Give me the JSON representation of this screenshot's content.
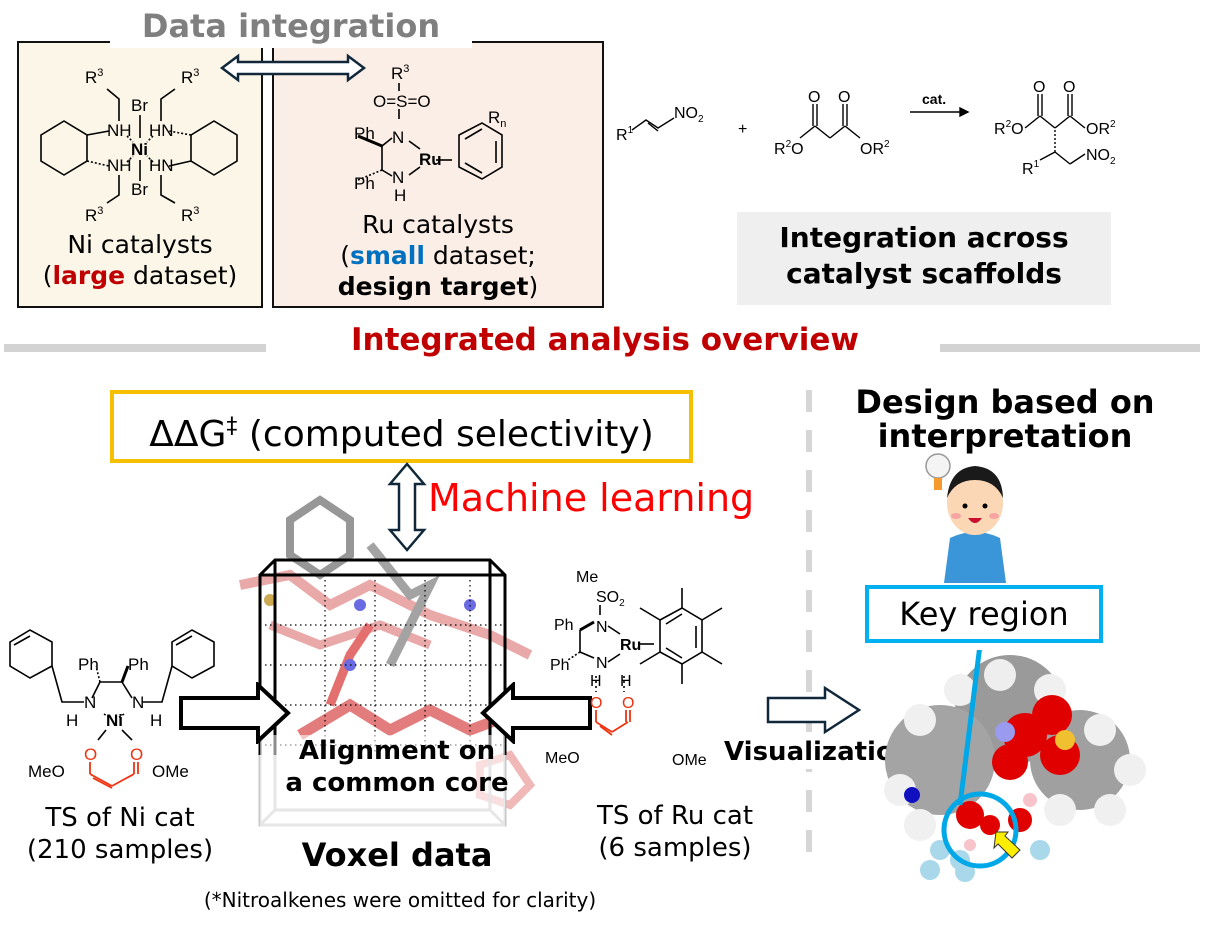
{
  "header": {
    "title": "Data integration"
  },
  "ni_panel": {
    "label_line1": "Ni catalysts",
    "label_open": "(",
    "label_emph": "large",
    "label_rest": " dataset)",
    "structure": {
      "metal": "Ni",
      "halide": "Br",
      "amine": "NH",
      "amine_rev": "HN",
      "substituent": "R",
      "sup": "3"
    }
  },
  "ru_panel": {
    "label_line1": "Ru catalysts",
    "label_open": "(",
    "label_emph": "small",
    "label_rest": " dataset;",
    "label_line3": "design target",
    "label_close": ")",
    "structure": {
      "metal": "Ru",
      "sulfonyl": "O=S=O",
      "substituent": "R",
      "sup": "3",
      "ring_sub": "R",
      "ring_sub_index": "n",
      "phenyl": "Ph",
      "n": "N",
      "nh_h": "H"
    }
  },
  "reaction": {
    "r1": "R",
    "r1_sup": "1",
    "no2": "NO",
    "no2_sub": "2",
    "plus": "+",
    "o": "O",
    "r2o": "R",
    "r2_sup": "2",
    "o_letter": "O",
    "or2": "OR",
    "arrow_label": "cat."
  },
  "integration_box": {
    "line1": "Integration across",
    "line2": "catalyst scaffolds"
  },
  "overview": {
    "title": "Integrated analysis overview"
  },
  "target": {
    "symbol": "ΔΔG",
    "superscript": "‡",
    "text": " (computed selectivity)"
  },
  "ml_label": "Machine learning",
  "voxel": {
    "align_line1": "Alignment on",
    "align_line2": "a common core",
    "title": "Voxel data"
  },
  "ni_ts": {
    "line1": "TS of Ni cat",
    "line2": "(210 samples)",
    "structure": {
      "metal": "Ni",
      "ph": "Ph",
      "n": "N",
      "h": "H",
      "o": "O",
      "meo": "MeO",
      "ome": "OMe"
    }
  },
  "ru_ts": {
    "line1": "TS of Ru cat",
    "line2": "(6 samples)",
    "structure": {
      "metal": "Ru",
      "me": "Me",
      "so2": "SO",
      "so2_sub": "2",
      "ph": "Ph",
      "n": "N",
      "h": "H",
      "o": "O",
      "meo": "MeO",
      "ome": "OMe"
    }
  },
  "design": {
    "title_line1": "Design based on",
    "title_line2": "interpretation",
    "key_region": "Key region",
    "visualization": "Visualization"
  },
  "footnote": "(*Nitroalkenes were omitted for clarity)",
  "colors": {
    "title_gray": "#7f7f7f",
    "accent_red": "#c00000",
    "ml_red": "#ff0000",
    "small_blue": "#0070c0",
    "ddg_border": "#f5c000",
    "key_region_blue": "#00b0f0",
    "malonate_red": "#ee3311",
    "ni_panel_bg": "#fbf6e8",
    "ru_panel_bg": "#fbeee6",
    "integration_bg": "#efefef",
    "arrow_stroke": "#10283a"
  }
}
